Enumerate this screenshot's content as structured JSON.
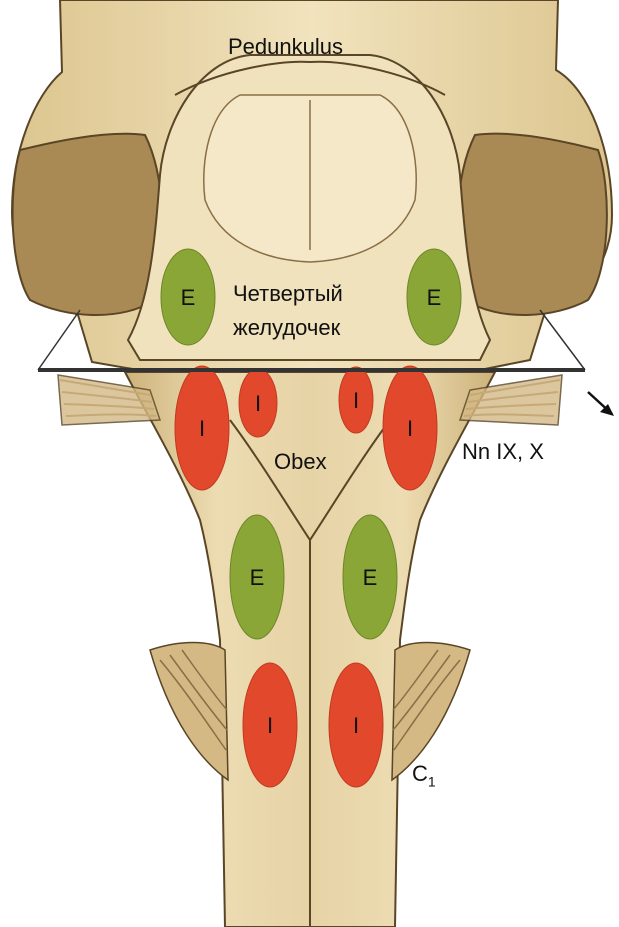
{
  "labels": {
    "pedunculus": "Pedunkulus",
    "ventricle_line1": "Четвертый",
    "ventricle_line2": "желудочек",
    "obex": "Obex",
    "nerves": "Nn IX, X",
    "c1_main": "C",
    "c1_sub": "1"
  },
  "zones": {
    "excitatory_letter": "E",
    "inhibitory_letter": "I"
  },
  "colors": {
    "excitatory": "#8aa636",
    "inhibitory": "#e2482b",
    "tissue": "#ecdcb0",
    "tissue_dark": "#a98a55",
    "outline": "#5a4526",
    "cut_line": "#333333"
  }
}
